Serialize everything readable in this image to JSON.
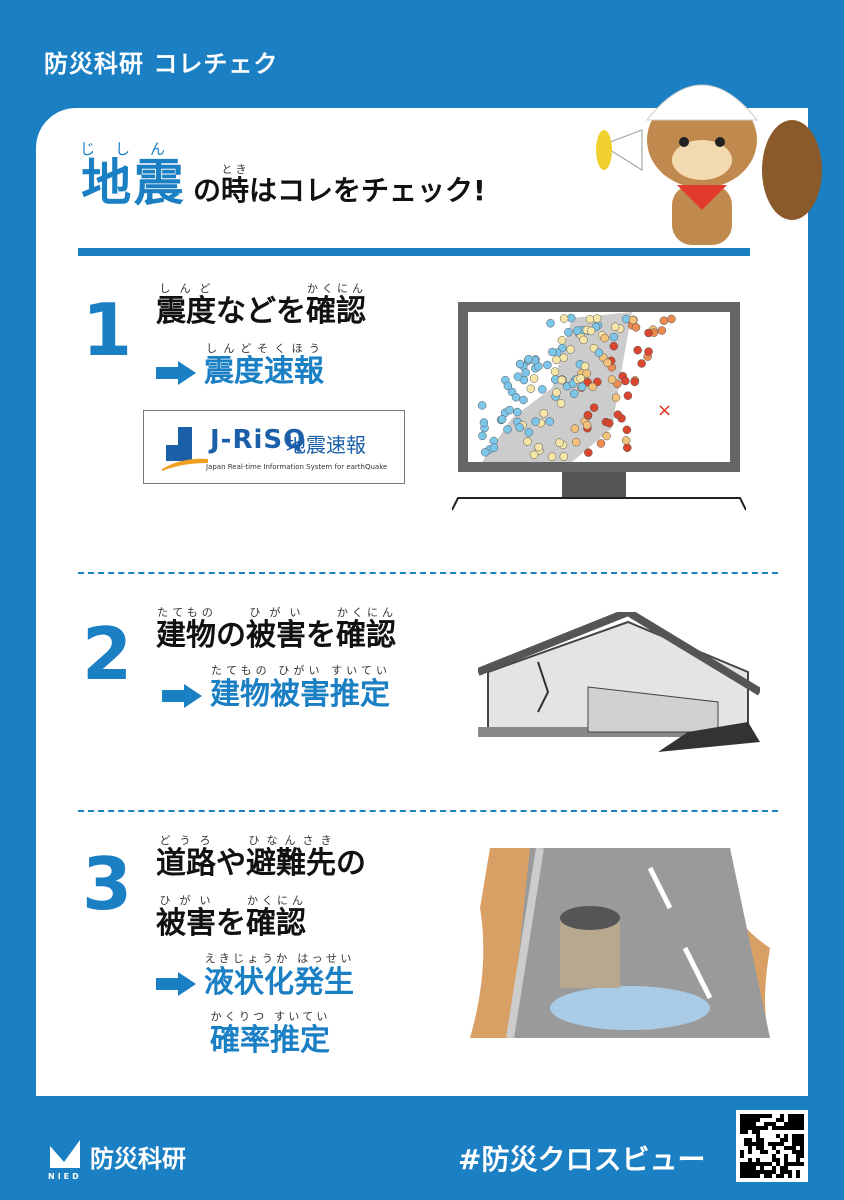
{
  "header": {
    "title": "防災科研 コレチェク"
  },
  "headline": {
    "main": [
      {
        "t": "地震",
        "r": "じしん"
      }
    ],
    "sub": [
      {
        "t": "の"
      },
      {
        "t": "時",
        "r": "とき"
      },
      {
        "t": "はコレをチェック!"
      }
    ]
  },
  "sections": [
    {
      "number": "1",
      "lines": [
        [
          {
            "t": "震度",
            "r": "しんど"
          },
          {
            "t": "などを"
          },
          {
            "t": "確認",
            "r": "かくにん"
          }
        ]
      ],
      "targets": [
        [
          {
            "t": "震度速報",
            "r": "しんどそくほう"
          }
        ]
      ],
      "logo": {
        "brand": "J-RiSQ",
        "jp": "地震速報",
        "en": "Japan Real-time Information System for earthQuake"
      }
    },
    {
      "number": "2",
      "lines": [
        [
          {
            "t": "建物",
            "r": "たてもの"
          },
          {
            "t": "の"
          },
          {
            "t": "被害",
            "r": "ひがい"
          },
          {
            "t": "を"
          },
          {
            "t": "確認",
            "r": "かくにん"
          }
        ]
      ],
      "targets": [
        [
          {
            "t": "建物被害推定",
            "r": "たてもの ひがい すいてい"
          }
        ]
      ]
    },
    {
      "number": "3",
      "lines": [
        [
          {
            "t": "道路",
            "r": "どうろ"
          },
          {
            "t": "や"
          },
          {
            "t": "避難先",
            "r": "ひなんさき"
          },
          {
            "t": "の"
          }
        ],
        [
          {
            "t": "被害",
            "r": "ひがい"
          },
          {
            "t": "を"
          },
          {
            "t": "確認",
            "r": "かくにん"
          }
        ]
      ],
      "targets": [
        [
          {
            "t": "液状化発生",
            "r": "えきじょうか はっせい"
          }
        ],
        [
          {
            "t": "確率推定",
            "r": "かくりつ すいてい"
          }
        ]
      ]
    }
  ],
  "footer": {
    "org": "防災科研",
    "org_en": "NIED",
    "hashtag": "#防災クロスビュー"
  },
  "colors": {
    "brand": "#1b7fc4"
  }
}
